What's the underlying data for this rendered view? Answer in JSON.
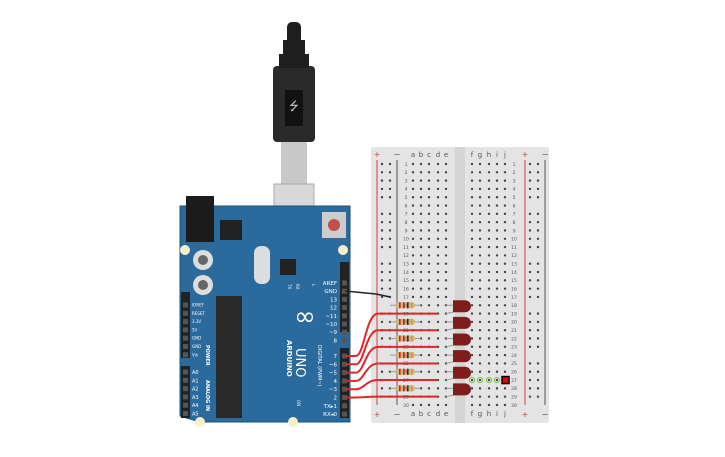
{
  "colors": {
    "board": "#2b6a9c",
    "breadboard": "#e4e4e4",
    "wire_red": "#e0262a",
    "wire_black": "#222222",
    "led": "#7f1d1d",
    "rail_plus": "#d04040",
    "rail_minus": "#555555"
  },
  "breadboard": {
    "columns_left": [
      "a",
      "b",
      "c",
      "d",
      "e"
    ],
    "columns_right": [
      "f",
      "g",
      "h",
      "i",
      "j"
    ],
    "rail_plus": "+",
    "rail_minus": "−",
    "rows": 30
  },
  "arduino": {
    "brand": "ARDUINO",
    "model": "UNO",
    "digital_label": "DIGITAL (PWM~)",
    "power_label": "POWER",
    "analog_label": "ANALOG IN",
    "on_label": "ON",
    "tx_label": "TX",
    "rx_label": "RX",
    "l_label": "L",
    "top_pins": [
      "AREF",
      "GND",
      "13",
      "12",
      "~11",
      "~10",
      "~9",
      "8"
    ],
    "bottom_pins": [
      "7",
      "~6",
      "~5",
      "4",
      "~3",
      "2",
      "TX▸1",
      "RX◂0"
    ],
    "power_pins": [
      "IOREF",
      "RESET",
      "3.3V",
      "5V",
      "GND",
      "GND",
      "Vin"
    ],
    "analog_pins": [
      "A0",
      "A1",
      "A2",
      "A3",
      "A4",
      "A5"
    ]
  },
  "components": {
    "resistors": 6,
    "leds": 6
  }
}
